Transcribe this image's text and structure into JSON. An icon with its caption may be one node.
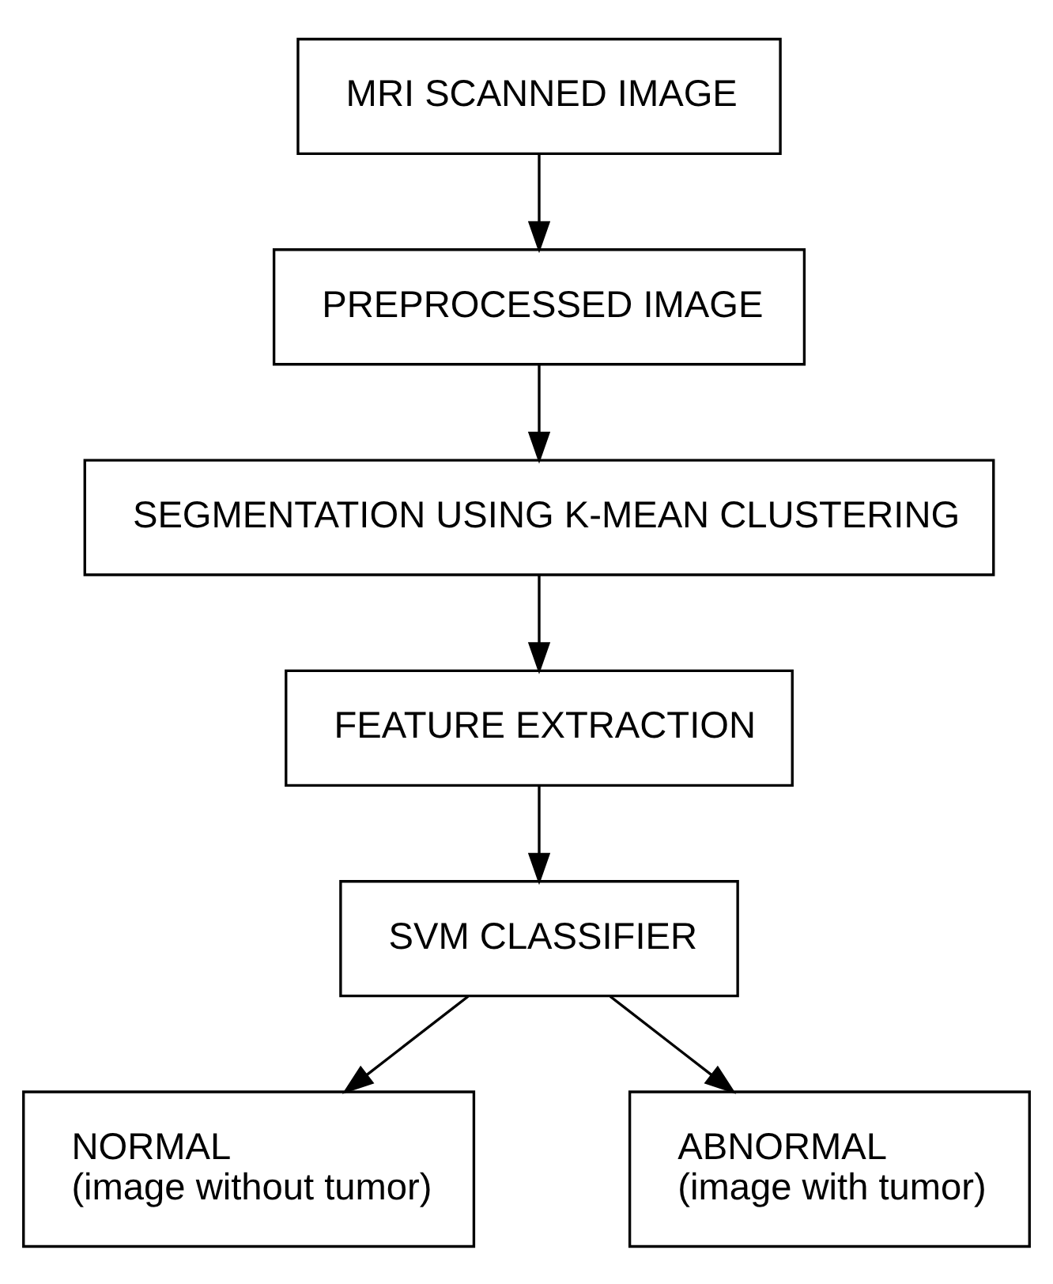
{
  "diagram": {
    "nodes": [
      {
        "text": [
          "MRI SCANNED IMAGE"
        ]
      },
      {
        "text": [
          "PREPROCESSED IMAGE"
        ]
      },
      {
        "text": [
          "SEGMENTATION USING K-MEAN CLUSTERING"
        ]
      },
      {
        "text": [
          "FEATURE EXTRACTION"
        ]
      },
      {
        "text": [
          "SVM CLASSIFIER"
        ]
      },
      {
        "text": [
          "NORMAL",
          "(image without tumor)"
        ]
      },
      {
        "text": [
          "ABNORMAL",
          "(image with tumor)"
        ]
      }
    ],
    "edges": [
      {
        "from": 0,
        "to": 1,
        "arrow": "to"
      },
      {
        "from": 1,
        "to": 2,
        "arrow": "to"
      },
      {
        "from": 2,
        "to": 3,
        "arrow": "to"
      },
      {
        "from": 3,
        "to": 4,
        "arrow": "to"
      },
      {
        "from": 4,
        "to": 5,
        "arrow": "to"
      },
      {
        "from": 4,
        "to": 6,
        "arrow": "to"
      }
    ]
  }
}
